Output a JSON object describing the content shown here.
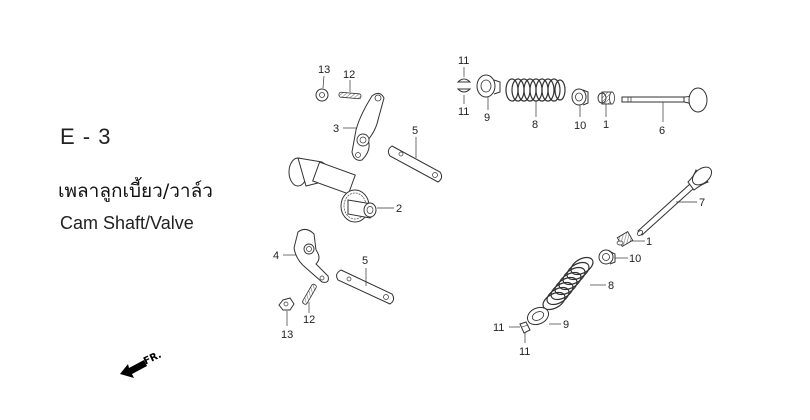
{
  "section": {
    "code": "E - 3",
    "title_thai": "เพลาลูกเบี้ยว/วาล์ว",
    "title_english": "Cam Shaft/Valve"
  },
  "direction_indicator": {
    "label": "FR.",
    "icon": "arrow-down-left-icon"
  },
  "callouts": {
    "c13_top": "13",
    "c12_top": "12",
    "c3": "3",
    "c5_top": "5",
    "c2": "2",
    "c4": "4",
    "c5_bottom": "5",
    "c12_bottom": "12",
    "c13_bottom": "13",
    "c11_top_a": "11",
    "c11_top_b": "11",
    "c9_top": "9",
    "c8_top": "8",
    "c10_top": "10",
    "c1_top": "1",
    "c6": "6",
    "c7": "7",
    "c1_bottom": "1",
    "c10_bottom": "10",
    "c8_bottom": "8",
    "c9_bottom": "9",
    "c11_bottom_a": "11",
    "c11_bottom_b": "11"
  },
  "parts": [
    {
      "ref": "1",
      "name": "valve-stem-seal"
    },
    {
      "ref": "2",
      "name": "camshaft"
    },
    {
      "ref": "3",
      "name": "rocker-arm-upper"
    },
    {
      "ref": "4",
      "name": "rocker-arm-lower"
    },
    {
      "ref": "5",
      "name": "rocker-arm-shaft"
    },
    {
      "ref": "6",
      "name": "intake-valve"
    },
    {
      "ref": "7",
      "name": "exhaust-valve"
    },
    {
      "ref": "8",
      "name": "valve-spring"
    },
    {
      "ref": "9",
      "name": "valve-spring-retainer"
    },
    {
      "ref": "10",
      "name": "valve-spring-seat"
    },
    {
      "ref": "11",
      "name": "valve-cotter"
    },
    {
      "ref": "12",
      "name": "tappet-adjusting-screw"
    },
    {
      "ref": "13",
      "name": "lock-nut"
    }
  ]
}
